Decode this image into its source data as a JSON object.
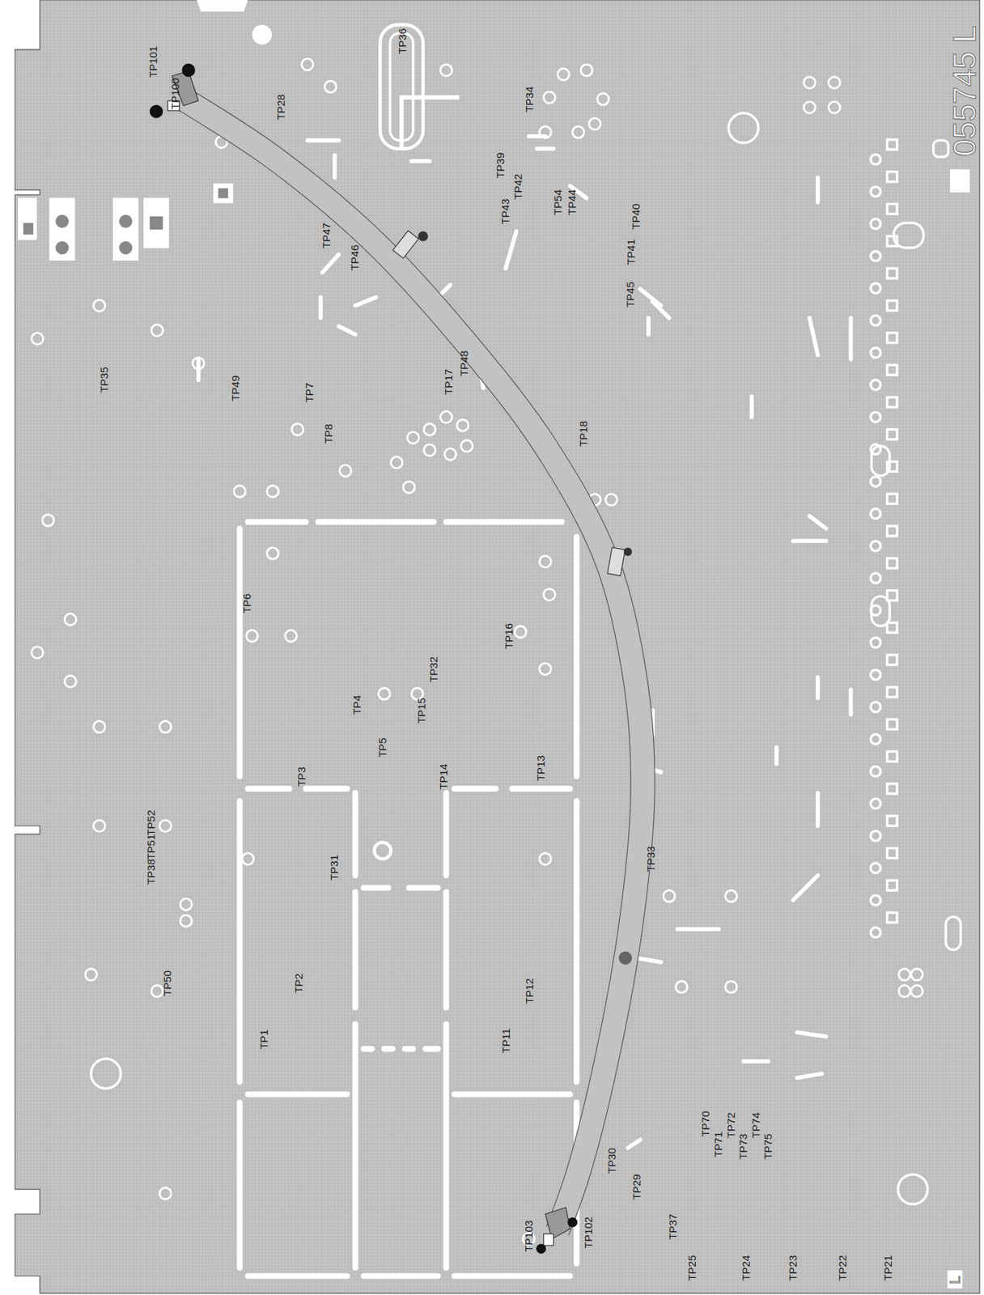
{
  "diagram": {
    "labels": [
      "TP101",
      "TP100",
      "TP28",
      "TP36",
      "TP34",
      "TP39",
      "TP42",
      "TP43",
      "TP54",
      "TP44",
      "TP40",
      "TP41",
      "TP45",
      "TP47",
      "TP46",
      "TP35",
      "TP49",
      "TP7",
      "TP8",
      "TP17",
      "TP48",
      "TP18",
      "TP6",
      "TP16",
      "TP32",
      "TP4",
      "TP15",
      "TP5",
      "TP14",
      "TP13",
      "TP3",
      "TP38",
      "TP51",
      "TP52",
      "TP31",
      "TP50",
      "TP2",
      "TP1",
      "TP12",
      "TP11",
      "TP33",
      "TP70",
      "TP71",
      "TP72",
      "TP73",
      "TP74",
      "TP75",
      "TP30",
      "TP29",
      "TP102",
      "TP103",
      "TP37",
      "TP25",
      "TP24",
      "TP23",
      "TP22",
      "TP21",
      "055745 L",
      "L"
    ]
  }
}
